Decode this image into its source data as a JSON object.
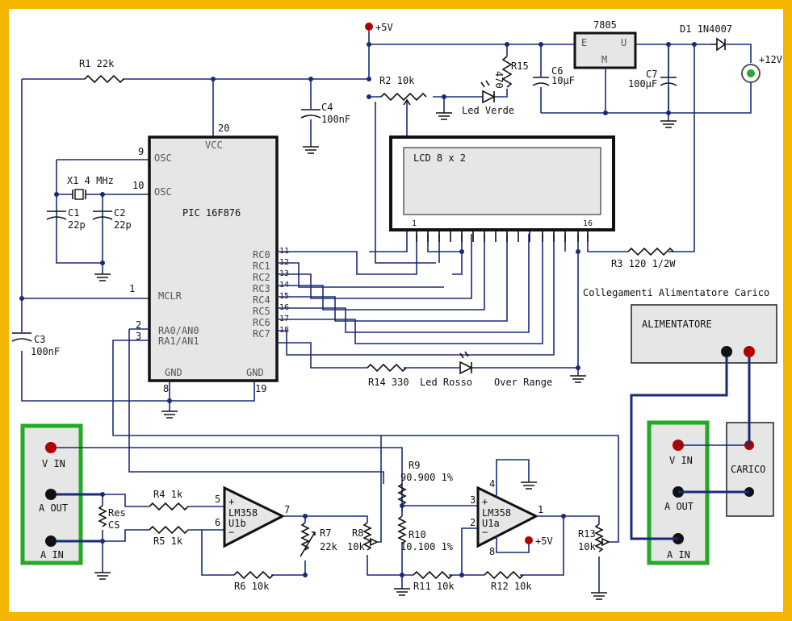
{
  "power": {
    "v5": "+5V",
    "v12": "+12V",
    "reg": "7805",
    "reg_e": "E",
    "reg_u": "U",
    "reg_m": "M",
    "diode": "D1 1N4007"
  },
  "components": {
    "r1": "R1 22k",
    "r2": "R2 10k",
    "r15": "R15",
    "r15v": "470",
    "led_verde": "Led Verde",
    "c6": "C6",
    "c6v": "10μF",
    "c7": "C7",
    "c7v": "100μF",
    "c4": "C4",
    "c4v": "100nF",
    "x1": "X1 4 MHz",
    "c1": "C1",
    "c1v": "22p",
    "c2": "C2",
    "c2v": "22p",
    "c3": "C3",
    "c3v": "100nF",
    "r3": "R3 120 1/2W",
    "r14": "R14 330",
    "led_rosso": "Led Rosso",
    "over_range": "Over Range",
    "r4": "R4 1k",
    "r5": "R5 1k",
    "r6": "R6 10k",
    "r7": "R7",
    "r7v": "22k",
    "r8": "R8",
    "r8v": "10k",
    "r9": "R9",
    "r9v": "90.900 1%",
    "r10": "R10",
    "r10v": "10.100 1%",
    "r11": "R11 10k",
    "r12": "R12 10k",
    "r13": "R13",
    "r13v": "10k",
    "res": "Res",
    "cs": "CS"
  },
  "pic": {
    "name": "PIC 16F876",
    "vcc": "VCC",
    "osc1": "OSC",
    "osc2": "OSC",
    "mclr": "MCLR",
    "ra0": "RA0/AN0",
    "ra1": "RA1/AN1",
    "gnd1": "GND",
    "gnd2": "GND",
    "rc": [
      "RC0",
      "RC1",
      "RC2",
      "RC3",
      "RC4",
      "RC5",
      "RC6",
      "RC7"
    ],
    "pins": {
      "p20": "20",
      "p9": "9",
      "p10": "10",
      "p1": "1",
      "p2": "2",
      "p3": "3",
      "p8": "8",
      "p19": "19",
      "rc": [
        "11",
        "12",
        "13",
        "14",
        "15",
        "16",
        "17",
        "18"
      ]
    }
  },
  "lcd": {
    "label": "LCD 8 x 2",
    "pin1": "1",
    "pin16": "16"
  },
  "opamp1": {
    "name": "LM358",
    "unit": "U1b",
    "p5": "5",
    "p6": "6",
    "p7": "7",
    "plus": "+",
    "minus": "−"
  },
  "opamp2": {
    "name": "LM358",
    "unit": "U1a",
    "p3": "3",
    "p2": "2",
    "p1": "1",
    "p4": "4",
    "p8": "8",
    "v5": "+5V",
    "plus": "+",
    "minus": "−"
  },
  "left_conn": {
    "vin": "V IN",
    "aout": "A OUT",
    "ain": "A IN"
  },
  "right_conn": {
    "vin": "V IN",
    "aout": "A OUT",
    "ain": "A IN"
  },
  "load": {
    "title": "Collegamenti Alimentatore Carico",
    "supply": "ALIMENTATORE",
    "carico": "CARICO"
  },
  "colors": {
    "frame": "#f5b400",
    "wire": "#1a2a7a",
    "terminal_red": "#b00000",
    "connector_green": "#22aa22",
    "box_gray": "#e6e6e6"
  }
}
